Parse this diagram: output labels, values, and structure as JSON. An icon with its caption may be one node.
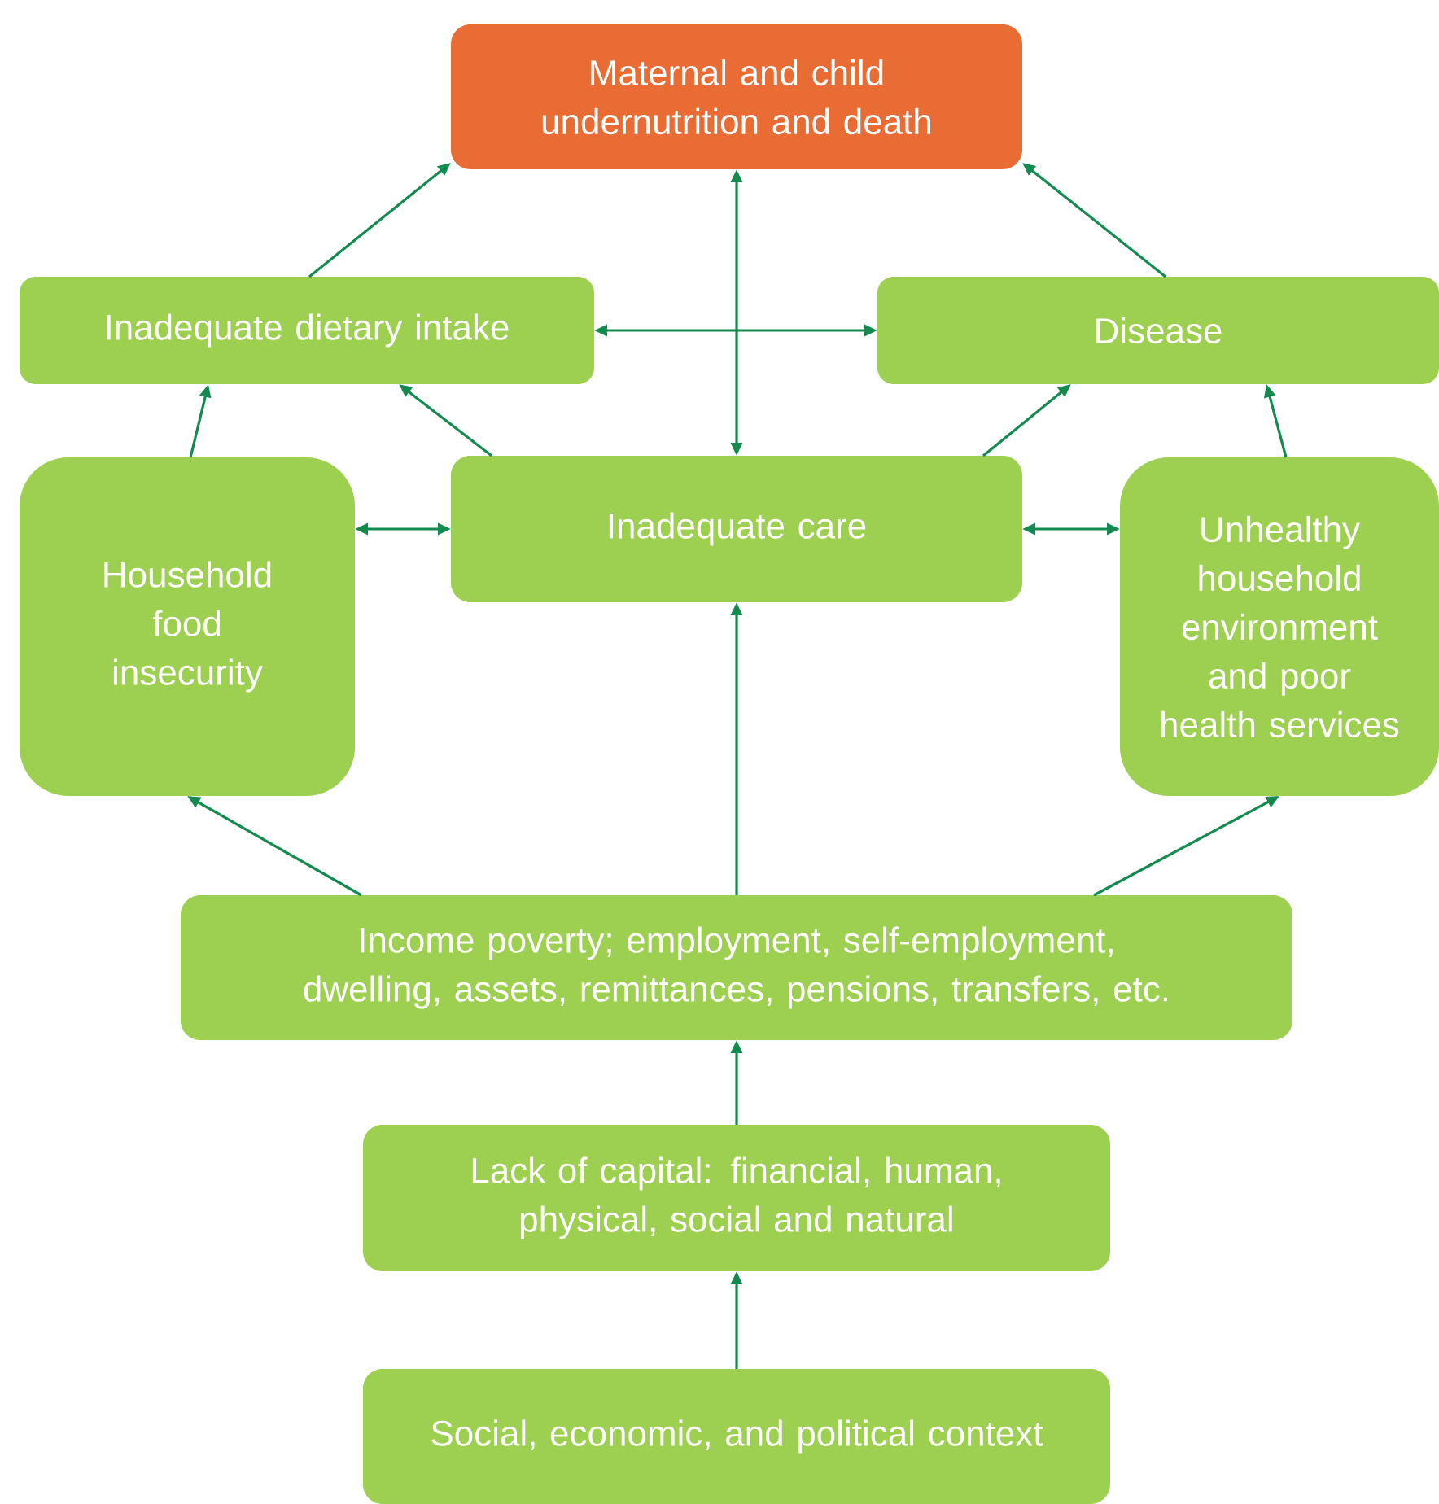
{
  "diagram": {
    "nodes": [
      {
        "text": [
          "Maternal and child undernutrition and death"
        ]
      },
      {
        "text": [
          "Inadequate dietary intake"
        ]
      },
      {
        "text": [
          "Disease"
        ]
      },
      {
        "text": [
          "Household food insecurity"
        ]
      },
      {
        "text": [
          "Inadequate care"
        ]
      },
      {
        "text": [
          "Unhealthy household environment and poor health services"
        ]
      },
      {
        "text": [
          "Income poverty; employment, self-employment, dwelling, assets, remittances, pensions, transfers, etc."
        ]
      },
      {
        "text": [
          "Lack of capital: financial, human, physical, social and natural"
        ]
      },
      {
        "text": [
          "Social, economic, and political context"
        ]
      }
    ],
    "edges": [
      {
        "from": 1,
        "to": 0,
        "arrow": "to"
      },
      {
        "from": 2,
        "to": 0,
        "arrow": "to"
      },
      {
        "from": 0,
        "to": 4,
        "arrow": "both"
      },
      {
        "from": 1,
        "to": 2,
        "arrow": "both"
      },
      {
        "from": 4,
        "to": 1,
        "arrow": "to"
      },
      {
        "from": 4,
        "to": 2,
        "arrow": "to"
      },
      {
        "from": 3,
        "to": 1,
        "arrow": "to"
      },
      {
        "from": 5,
        "to": 2,
        "arrow": "to"
      },
      {
        "from": 3,
        "to": 4,
        "arrow": "both"
      },
      {
        "from": 4,
        "to": 5,
        "arrow": "both"
      },
      {
        "from": 6,
        "to": 3,
        "arrow": "to"
      },
      {
        "from": 6,
        "to": 4,
        "arrow": "to"
      },
      {
        "from": 6,
        "to": 5,
        "arrow": "to"
      },
      {
        "from": 7,
        "to": 6,
        "arrow": "to"
      },
      {
        "from": 8,
        "to": 7,
        "arrow": "to"
      }
    ]
  }
}
